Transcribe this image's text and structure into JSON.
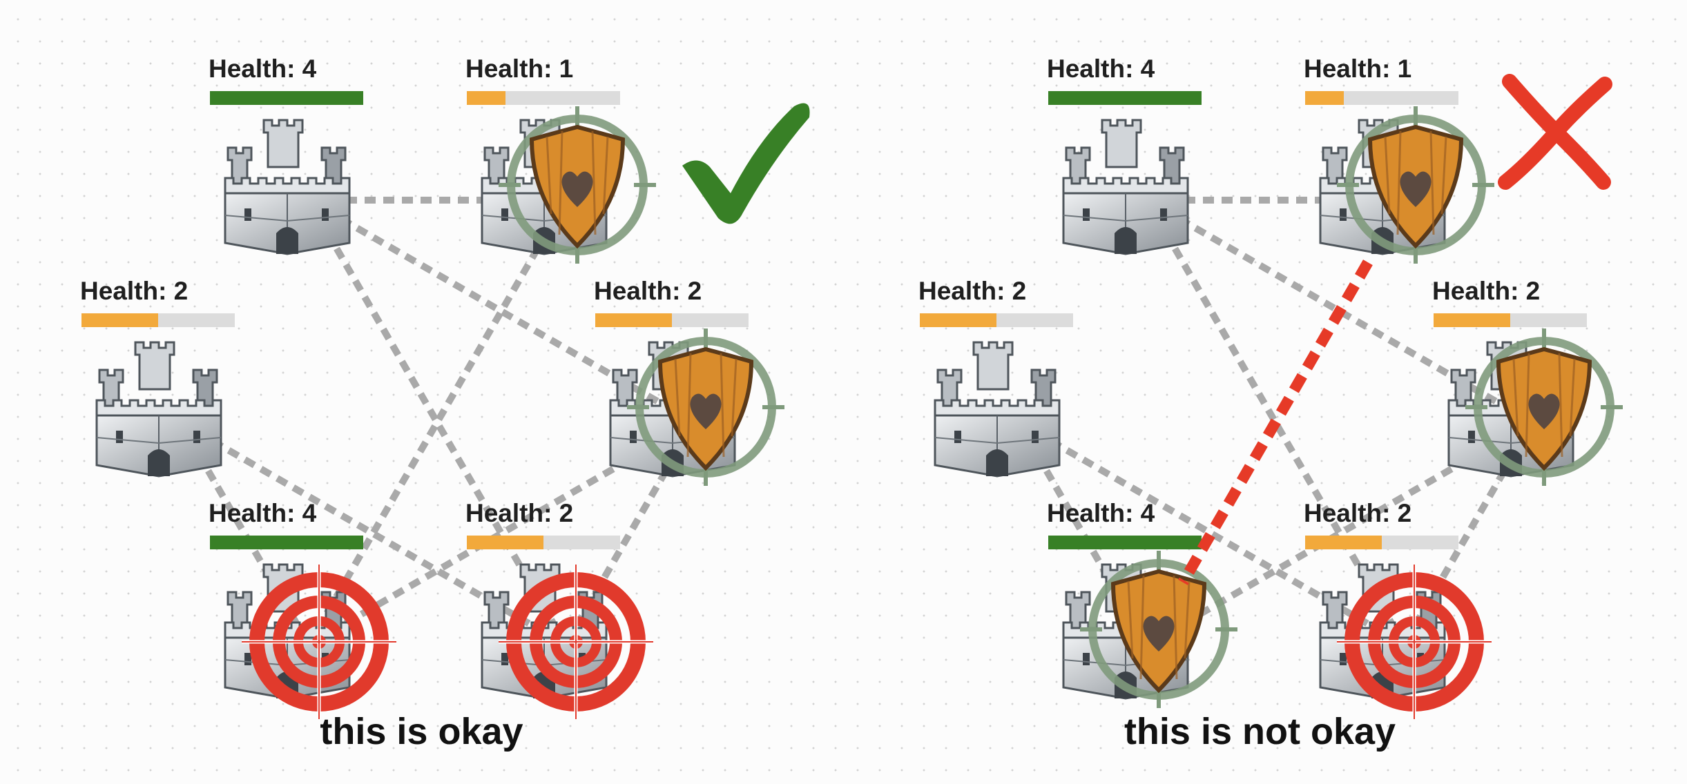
{
  "colors": {
    "high": "#388026",
    "mid": "#f2a93b",
    "bar_bg": "#dcdcdc",
    "edge": "#a9a9a9",
    "bad_edge": "#e63a27",
    "check": "#388026",
    "cross": "#e63a27",
    "target": "#e13a2c",
    "shield": "#d98c2c"
  },
  "panels": [
    {
      "caption": "this is okay",
      "verdict_icon": "checkmark-icon",
      "nodes": [
        {
          "id": "a",
          "label": "Health: 4",
          "health": 4,
          "overlay": null
        },
        {
          "id": "b",
          "label": "Health: 1",
          "health": 1,
          "overlay": "shield-icon"
        },
        {
          "id": "c",
          "label": "Health: 2",
          "health": 2,
          "overlay": null
        },
        {
          "id": "d",
          "label": "Health: 2",
          "health": 2,
          "overlay": "shield-icon"
        },
        {
          "id": "e",
          "label": "Health: 4",
          "health": 4,
          "overlay": "target-icon"
        },
        {
          "id": "f",
          "label": "Health: 2",
          "health": 2,
          "overlay": "target-icon"
        }
      ],
      "edges": [
        [
          "a",
          "b"
        ],
        [
          "a",
          "d"
        ],
        [
          "a",
          "f"
        ],
        [
          "b",
          "e"
        ],
        [
          "c",
          "f"
        ],
        [
          "c",
          "e"
        ],
        [
          "d",
          "e"
        ],
        [
          "d",
          "f"
        ]
      ],
      "highlighted_edge": null
    },
    {
      "caption": "this is not okay",
      "verdict_icon": "cross-icon",
      "nodes": [
        {
          "id": "a",
          "label": "Health: 4",
          "health": 4,
          "overlay": null
        },
        {
          "id": "b",
          "label": "Health: 1",
          "health": 1,
          "overlay": "shield-icon"
        },
        {
          "id": "c",
          "label": "Health: 2",
          "health": 2,
          "overlay": null
        },
        {
          "id": "d",
          "label": "Health: 2",
          "health": 2,
          "overlay": "shield-icon"
        },
        {
          "id": "e",
          "label": "Health: 4",
          "health": 4,
          "overlay": "shield-icon"
        },
        {
          "id": "f",
          "label": "Health: 2",
          "health": 2,
          "overlay": "target-icon"
        }
      ],
      "edges": [
        [
          "a",
          "b"
        ],
        [
          "a",
          "d"
        ],
        [
          "a",
          "f"
        ],
        [
          "c",
          "f"
        ],
        [
          "c",
          "e"
        ],
        [
          "d",
          "e"
        ],
        [
          "d",
          "f"
        ]
      ],
      "highlighted_edge": [
        "b",
        "e"
      ]
    }
  ],
  "max_health": 4
}
